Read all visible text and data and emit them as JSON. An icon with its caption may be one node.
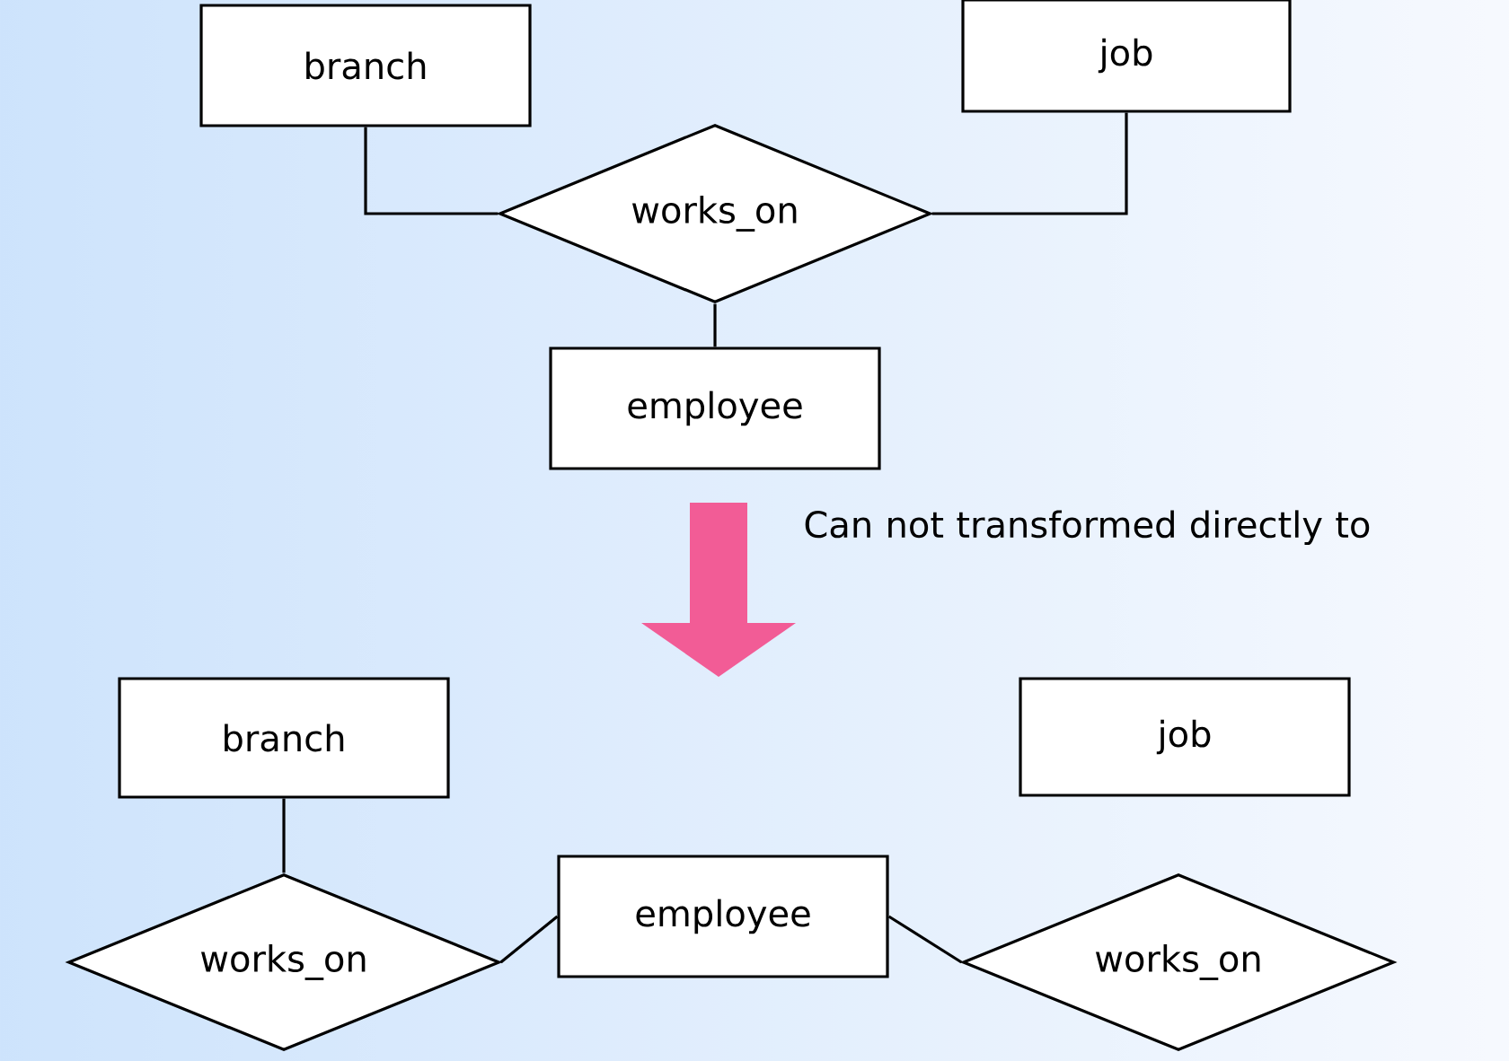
{
  "diagram": {
    "nodes": [
      {
        "text": [
          "branch"
        ]
      },
      {
        "text": [
          "job"
        ]
      },
      {
        "text": [
          "works_on"
        ]
      },
      {
        "text": [
          "employee"
        ]
      },
      {
        "text": [
          "branch"
        ]
      },
      {
        "text": [
          "job"
        ]
      },
      {
        "text": [
          "employee"
        ]
      },
      {
        "text": [
          "works_on"
        ]
      },
      {
        "text": [
          "works_on"
        ]
      }
    ],
    "edges": [
      {
        "from": 0,
        "to": 2,
        "arrow": "none"
      },
      {
        "from": 1,
        "to": 2,
        "arrow": "none"
      },
      {
        "from": 2,
        "to": 3,
        "arrow": "none"
      },
      {
        "from": 4,
        "to": 7,
        "arrow": "none"
      },
      {
        "from": 6,
        "to": 7,
        "arrow": "none"
      },
      {
        "from": 6,
        "to": 8,
        "arrow": "none"
      }
    ],
    "labels": [
      "Can not transformed directly to"
    ]
  }
}
